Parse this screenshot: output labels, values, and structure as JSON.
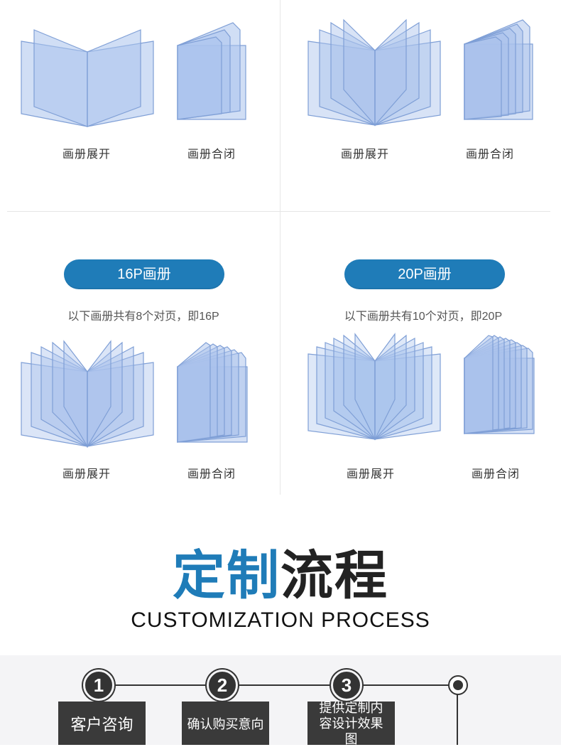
{
  "captions": {
    "open": "画册展开",
    "closed": "画册合闭"
  },
  "cells": [
    {
      "pill": "",
      "desc": ""
    },
    {
      "pill": "",
      "desc": ""
    },
    {
      "pill": "16P画册",
      "desc": "以下画册共有8个对页，即16P"
    },
    {
      "pill": "20P画册",
      "desc": "以下画册共有10个对页，即20P"
    }
  ],
  "section": {
    "title_blue": "定制",
    "title_dark": "流程",
    "subtitle_en": "CUSTOMIZATION PROCESS"
  },
  "process": {
    "steps": [
      {
        "num": "1",
        "label": "客户咨询"
      },
      {
        "num": "2",
        "label": "确认购买意向"
      },
      {
        "num": "3",
        "label": "提供定制内容设计效果图"
      }
    ]
  },
  "colors": {
    "accent": "#1f7cb8",
    "page_fill": "#a9c2ec",
    "page_edge": "#7f9fd6",
    "dark": "#3a3a3a"
  }
}
